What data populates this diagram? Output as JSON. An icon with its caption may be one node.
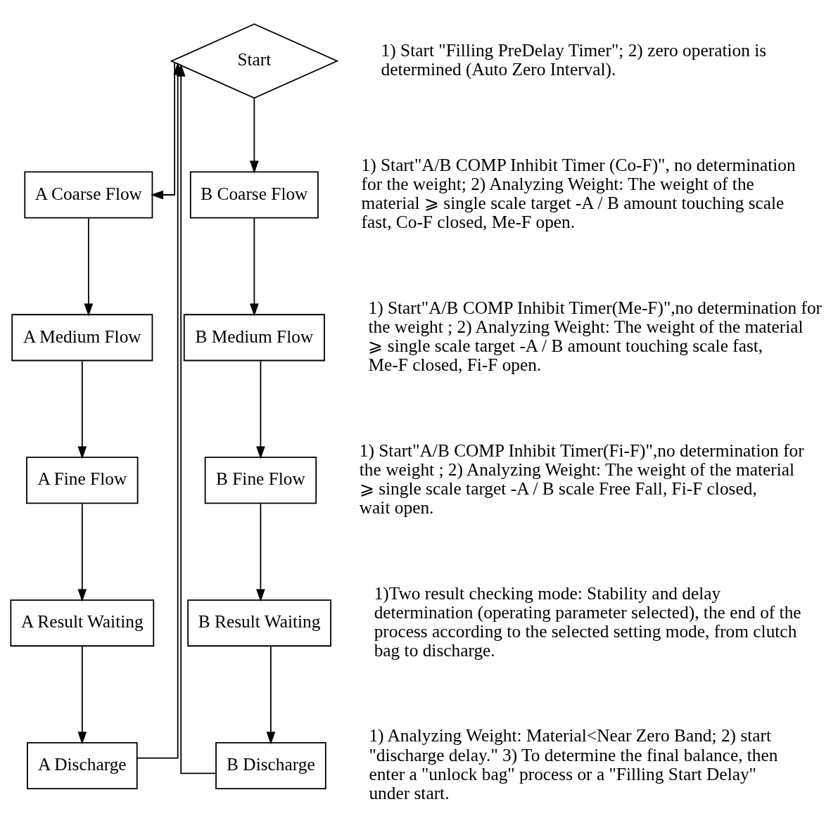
{
  "diagram": {
    "nodes": [
      {
        "text": [
          "Start"
        ]
      },
      {
        "text": [
          "A Coarse Flow"
        ]
      },
      {
        "text": [
          "B Coarse Flow"
        ]
      },
      {
        "text": [
          "A Medium Flow"
        ]
      },
      {
        "text": [
          "B Medium Flow"
        ]
      },
      {
        "text": [
          "A Fine Flow"
        ]
      },
      {
        "text": [
          "B Fine Flow"
        ]
      },
      {
        "text": [
          "A Result Waiting"
        ]
      },
      {
        "text": [
          "B Result Waiting"
        ]
      },
      {
        "text": [
          "A Discharge"
        ]
      },
      {
        "text": [
          "B Discharge"
        ]
      }
    ],
    "edges": [
      {
        "from": 0,
        "to": 1,
        "arrow": "to"
      },
      {
        "from": 0,
        "to": 2,
        "arrow": "to"
      },
      {
        "from": 1,
        "to": 3,
        "arrow": "to"
      },
      {
        "from": 2,
        "to": 4,
        "arrow": "to"
      },
      {
        "from": 3,
        "to": 5,
        "arrow": "to"
      },
      {
        "from": 4,
        "to": 6,
        "arrow": "to"
      },
      {
        "from": 5,
        "to": 7,
        "arrow": "to"
      },
      {
        "from": 6,
        "to": 8,
        "arrow": "to"
      },
      {
        "from": 7,
        "to": 9,
        "arrow": "to"
      },
      {
        "from": 8,
        "to": 10,
        "arrow": "to"
      },
      {
        "from": 9,
        "to": 0,
        "arrow": "to"
      },
      {
        "from": 10,
        "to": 0,
        "arrow": "to"
      }
    ],
    "labels": [
      "1) Start \"Filling PreDelay Timer\"; 2) zero operation is determined (Auto Zero Interval).",
      "1) Start\"A/B COMP Inhibit Timer (Co-F)\", no determination for the weight; 2) Analyzing Weight: The weight of the material ⩾ single scale target -A / B amount touching scale fast, Co-F closed, Me-F open.",
      "1) Start\"A/B COMP Inhibit Timer(Me-F)\",no determination for the weight ; 2) Analyzing Weight: The weight of the material ⩾ single scale target -A / B amount touching scale fast, Me-F closed, Fi-F open.",
      "1) Start\"A/B COMP Inhibit Timer(Fi-F)\",no determination for the weight ; 2) Analyzing Weight: The weight of the material ⩾ single scale target -A / B scale Free Fall, Fi-F closed, wait open.",
      "1)Two result checking mode: Stability and delay determination (operating parameter selected), the end of the process according to the selected setting mode, from clutch bag to discharge.",
      "1) Analyzing Weight: Material<Near Zero Band; 2) start \"discharge delay.\" 3) To determine the final balance, then enter a \"unlock bag\" process or a \"Filling Start Delay\" under start."
    ]
  }
}
